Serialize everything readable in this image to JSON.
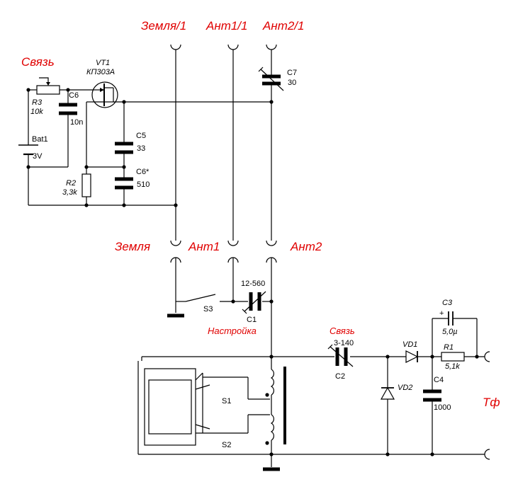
{
  "terminals": {
    "earth_1": "Земля/1",
    "ant1_1": "Ант1/1",
    "ant2_1": "Ант2/1",
    "earth": "Земля",
    "ant1": "Ант1",
    "ant2": "Ант2",
    "phones": "Тф"
  },
  "captions": {
    "coupling_top": "Связь",
    "coupling_bottom": "Связь",
    "tuning": "Настройка"
  },
  "components": {
    "vt1_ref": "VT1",
    "vt1_type": "КП303А",
    "r3_ref": "R3",
    "r3_value": "10k",
    "c6_ref": "C6",
    "c6_value": "10n",
    "bat1_ref": "Bat1",
    "bat1_value": "3V",
    "c5_ref": "C5",
    "c5_value": "33",
    "c6s_ref": "C6*",
    "c6s_value": "510",
    "r2_ref": "R2",
    "r2_value": "3,3k",
    "c7_ref": "C7",
    "c7_value": "30",
    "c1_value": "12-560",
    "c1_ref": "C1",
    "s3_ref": "S3",
    "c2_value": "3-140",
    "c2_ref": "C2",
    "vd1_ref": "VD1",
    "vd2_ref": "VD2",
    "c3_ref": "C3",
    "c3_value": "5,0µ",
    "c3_polarity": "+",
    "r1_ref": "R1",
    "r1_value": "5,1k",
    "c4_ref": "C4",
    "c4_value": "1000",
    "s1_ref": "S1",
    "s2_ref": "S2"
  }
}
